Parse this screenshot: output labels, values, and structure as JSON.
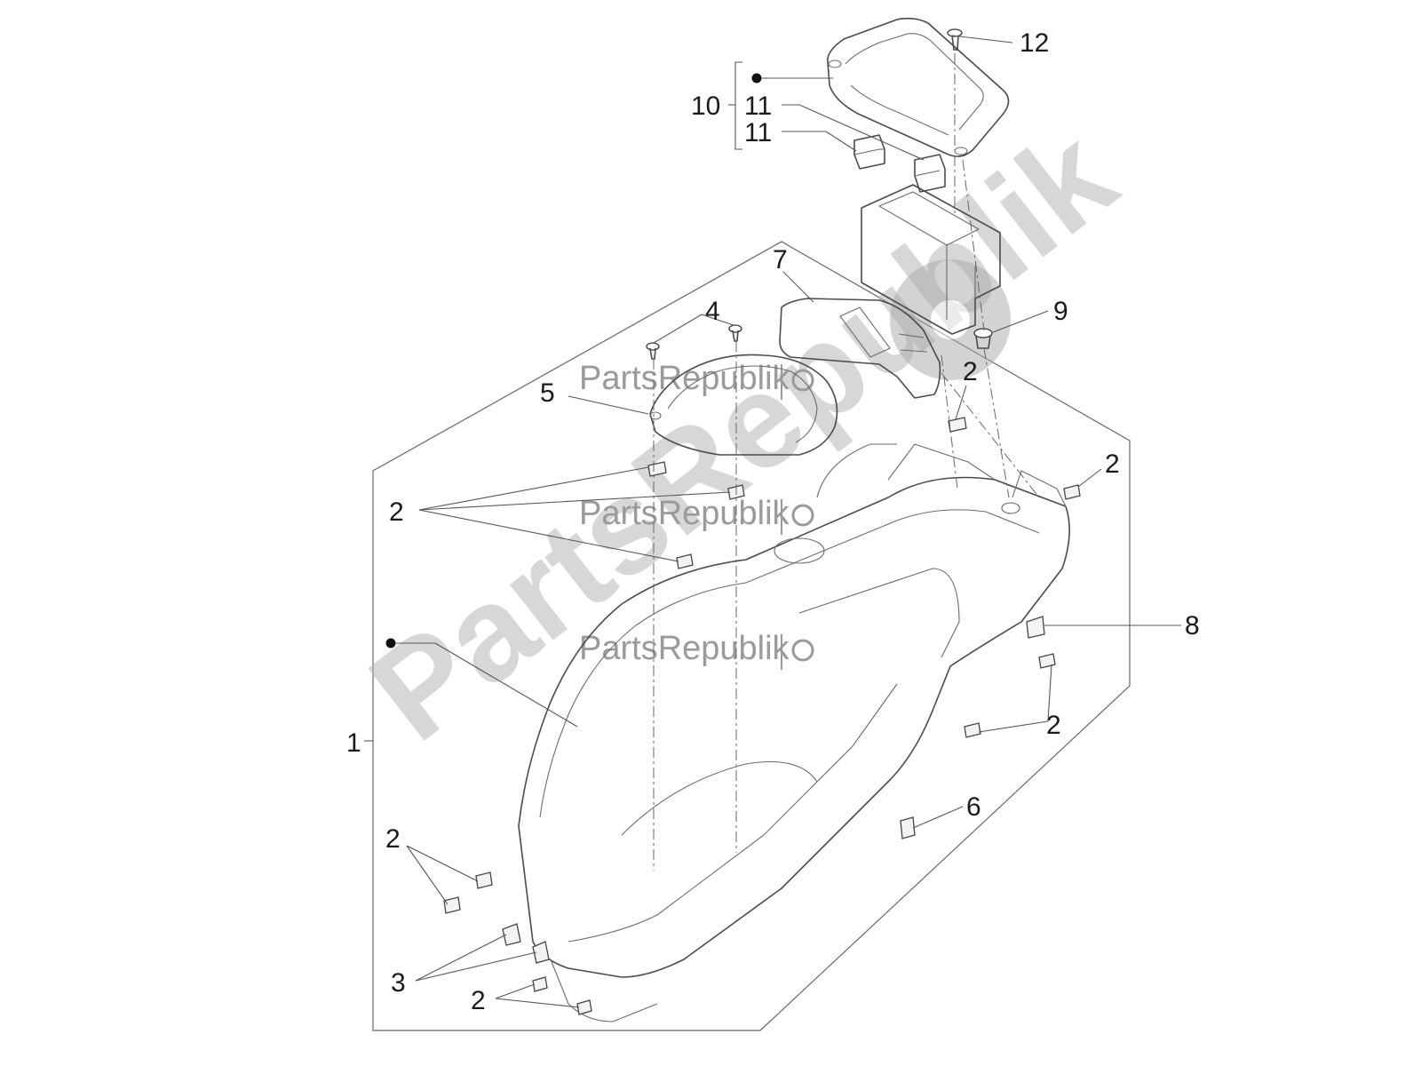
{
  "watermark": {
    "text": "PartsRepublik",
    "diagonal_text": "PartsRepublik",
    "color": "#9a9a9a"
  },
  "callouts": [
    {
      "id": "c1",
      "label": "1"
    },
    {
      "id": "c2a",
      "label": "2"
    },
    {
      "id": "c2b",
      "label": "2"
    },
    {
      "id": "c2c",
      "label": "2"
    },
    {
      "id": "c2d",
      "label": "2"
    },
    {
      "id": "c2e",
      "label": "2"
    },
    {
      "id": "c2f",
      "label": "2"
    },
    {
      "id": "c3",
      "label": "3"
    },
    {
      "id": "c4",
      "label": "4"
    },
    {
      "id": "c5",
      "label": "5"
    },
    {
      "id": "c6",
      "label": "6"
    },
    {
      "id": "c7",
      "label": "7"
    },
    {
      "id": "c8",
      "label": "8"
    },
    {
      "id": "c9",
      "label": "9"
    },
    {
      "id": "c10",
      "label": "10"
    },
    {
      "id": "c11a",
      "label": "11"
    },
    {
      "id": "c11b",
      "label": "11"
    },
    {
      "id": "c12",
      "label": "12"
    }
  ],
  "colors": {
    "line": "#4a4a4a",
    "watermark": "#9a9a9a",
    "background": "#ffffff"
  }
}
